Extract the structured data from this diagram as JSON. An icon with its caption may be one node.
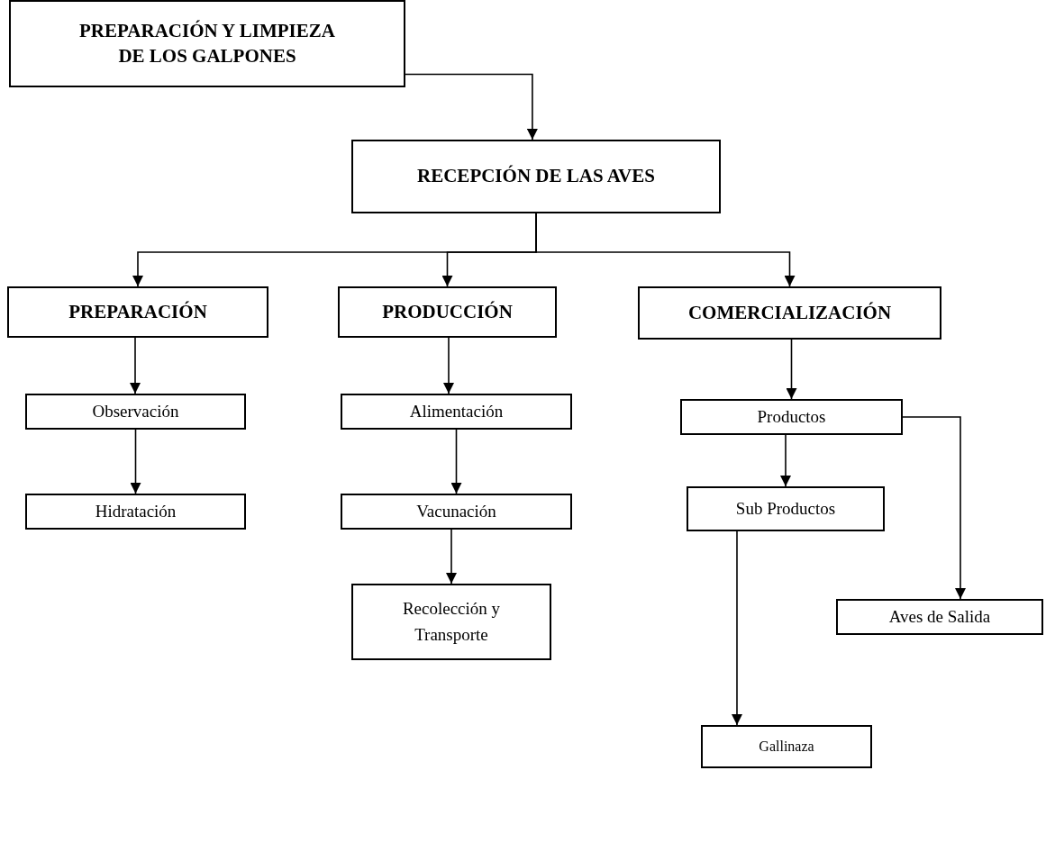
{
  "diagram": {
    "nodes": [
      {
        "text": [
          "PREPARACIÓN Y LIMPIEZA DE LOS GALPONES"
        ]
      },
      {
        "text": [
          "RECEPCIÓN DE LAS AVES"
        ]
      },
      {
        "text": [
          "PREPARACIÓN"
        ]
      },
      {
        "text": [
          "PRODUCCIÓN"
        ]
      },
      {
        "text": [
          "COMERCIALIZACIÓN"
        ]
      },
      {
        "text": [
          "Observación"
        ]
      },
      {
        "text": [
          "Hidratación"
        ]
      },
      {
        "text": [
          "Alimentación"
        ]
      },
      {
        "text": [
          "Vacunación"
        ]
      },
      {
        "text": [
          "Recolección y Transporte"
        ]
      },
      {
        "text": [
          "Productos"
        ]
      },
      {
        "text": [
          "Sub Productos"
        ]
      },
      {
        "text": [
          "Aves de Salida"
        ]
      },
      {
        "text": [
          "Gallinaza"
        ]
      }
    ],
    "edges": [
      {
        "from": 0,
        "to": 1,
        "arrow": "to"
      },
      {
        "from": 1,
        "to": 2,
        "arrow": "to"
      },
      {
        "from": 1,
        "to": 3,
        "arrow": "to"
      },
      {
        "from": 1,
        "to": 4,
        "arrow": "to"
      },
      {
        "from": 2,
        "to": 5,
        "arrow": "to"
      },
      {
        "from": 5,
        "to": 6,
        "arrow": "to"
      },
      {
        "from": 3,
        "to": 7,
        "arrow": "to"
      },
      {
        "from": 7,
        "to": 8,
        "arrow": "to"
      },
      {
        "from": 8,
        "to": 9,
        "arrow": "to"
      },
      {
        "from": 4,
        "to": 10,
        "arrow": "to"
      },
      {
        "from": 10,
        "to": 11,
        "arrow": "to"
      },
      {
        "from": 10,
        "to": 12,
        "arrow": "to"
      },
      {
        "from": 11,
        "to": 13,
        "arrow": "to"
      }
    ]
  }
}
